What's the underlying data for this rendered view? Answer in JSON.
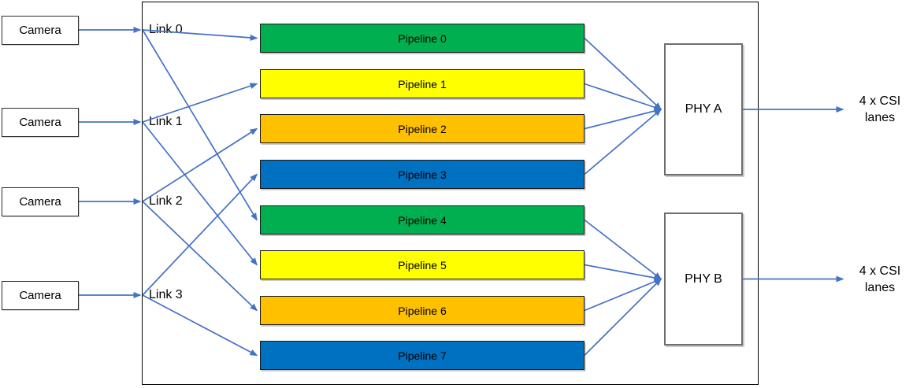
{
  "diagram": {
    "cameras": [
      {
        "label": "Camera"
      },
      {
        "label": "Camera"
      },
      {
        "label": "Camera"
      },
      {
        "label": "Camera"
      }
    ],
    "links": [
      {
        "label": "Link 0",
        "pipelines": [
          0,
          4
        ]
      },
      {
        "label": "Link 1",
        "pipelines": [
          1,
          5
        ]
      },
      {
        "label": "Link 2",
        "pipelines": [
          2,
          6
        ]
      },
      {
        "label": "Link 3",
        "pipelines": [
          3,
          7
        ]
      }
    ],
    "pipelines": [
      {
        "label": "Pipeline 0",
        "color": "#00B050",
        "phy": "A"
      },
      {
        "label": "Pipeline 1",
        "color": "#FFFF00",
        "phy": "A"
      },
      {
        "label": "Pipeline 2",
        "color": "#FFC000",
        "phy": "A"
      },
      {
        "label": "Pipeline 3",
        "color": "#0070C0",
        "phy": "A"
      },
      {
        "label": "Pipeline 4",
        "color": "#00B050",
        "phy": "B"
      },
      {
        "label": "Pipeline 5",
        "color": "#FFFF00",
        "phy": "B"
      },
      {
        "label": "Pipeline 6",
        "color": "#FFC000",
        "phy": "B"
      },
      {
        "label": "Pipeline 7",
        "color": "#0070C0",
        "phy": "B"
      }
    ],
    "phys": [
      {
        "label": "PHY A",
        "output_line1": "4 x CSI",
        "output_line2": "lanes"
      },
      {
        "label": "PHY B",
        "output_line1": "4 x CSI",
        "output_line2": "lanes"
      }
    ],
    "colors": {
      "connector": "#4472C4",
      "pipeline_green": "#00B050",
      "pipeline_yellow": "#FFFF00",
      "pipeline_orange": "#FFC000",
      "pipeline_blue": "#0070C0",
      "phy_border": "#6e6e6e",
      "outer_border": "#000000"
    }
  }
}
